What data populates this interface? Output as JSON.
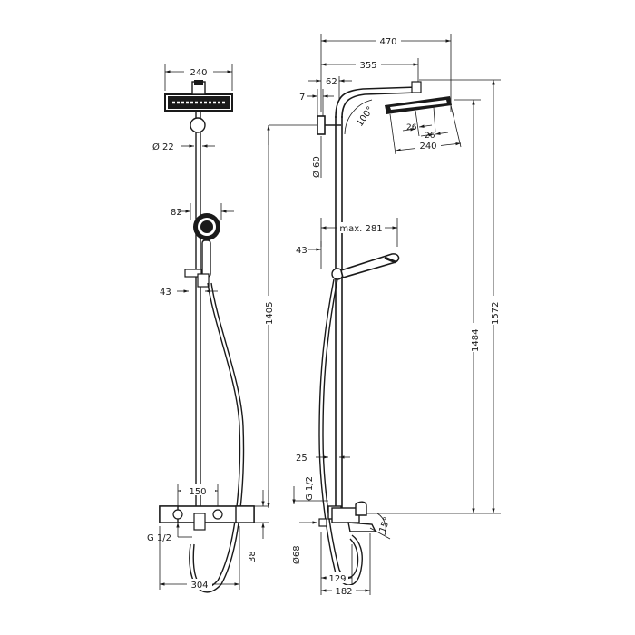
{
  "diagram": {
    "front_view": {
      "width_head": "240",
      "pipe_diameter": "Ø 22",
      "handshower_width": "82",
      "holder_offset": "43",
      "valve_spacing": "150",
      "thread": "G 1/2",
      "valve_width": "304",
      "valve_height": "38"
    },
    "side_view": {
      "total_projection": "470",
      "arm_projection": "355",
      "wall_flange": "62",
      "flange_depth": "7",
      "head_angle": "100°",
      "head_width": "240",
      "nozzle_a": "26",
      "nozzle_b": "26",
      "flange_diameter": "Ø 60",
      "handshower_reach": "max. 281",
      "holder_offset": "43",
      "height_riser": "1405",
      "height_total": "1484",
      "height_overall": "1572",
      "pipe_offset": "25",
      "thread": "G 1/2",
      "spout_diameter": "Ø68",
      "spout_angle": "15°",
      "spout_a": "129",
      "spout_b": "182"
    }
  }
}
